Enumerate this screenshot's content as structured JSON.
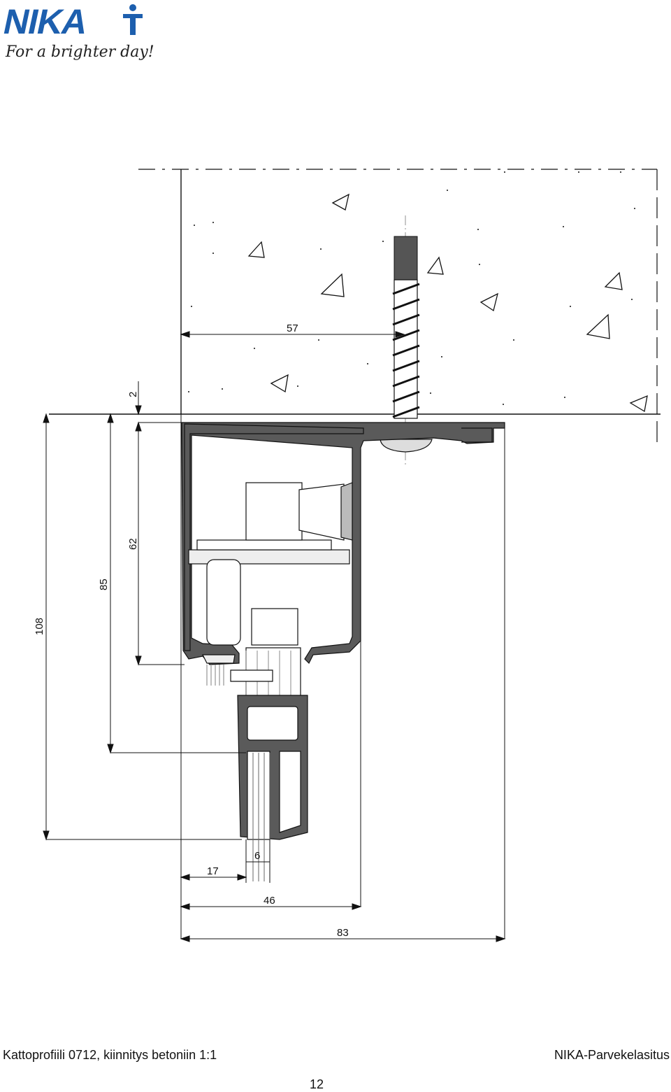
{
  "logo": {
    "wordmark": "NIKA",
    "tagline": "For a brighter day!"
  },
  "dimensions": [
    "2",
    "57",
    "62",
    "85",
    "108",
    "6",
    "17",
    "46",
    "83"
  ],
  "caption": "Kattoprofiili 0712, kiinnitys betoniin 1:1",
  "brand": "NIKA-Parvekelasitus",
  "page_number": "12"
}
